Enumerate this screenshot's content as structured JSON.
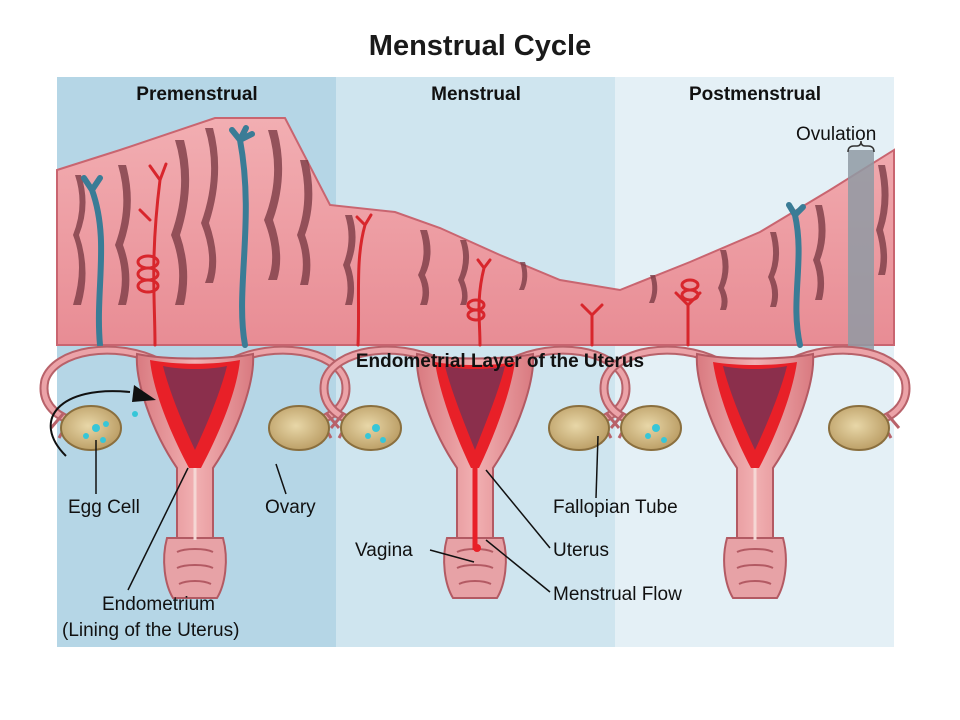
{
  "title": "Menstrual Cycle",
  "phases": [
    "Premenstrual",
    "Menstrual",
    "Postmenstrual"
  ],
  "ovulation_label": "Ovulation",
  "subtitle": "Endometrial Layer of the Uterus",
  "labels": {
    "egg_cell": "Egg Cell",
    "ovary": "Ovary",
    "endometrium_1": "Endometrium",
    "endometrium_2": "(Lining of the Uterus)",
    "vagina": "Vagina",
    "uterus": "Uterus",
    "fallopian_tube": "Fallopian Tube",
    "menstrual_flow": "Menstrual Flow"
  },
  "colors": {
    "panel_premenstrual": "#b5d6e6",
    "panel_menstrual": "#cfe5ef",
    "panel_postmenstrual": "#e4f0f6",
    "tissue": "#e8939a",
    "tissue_dark": "#c85a66",
    "artery": "#d8262c",
    "vein": "#3a7c96",
    "ovulation_bar": "#8f9aa3"
  }
}
